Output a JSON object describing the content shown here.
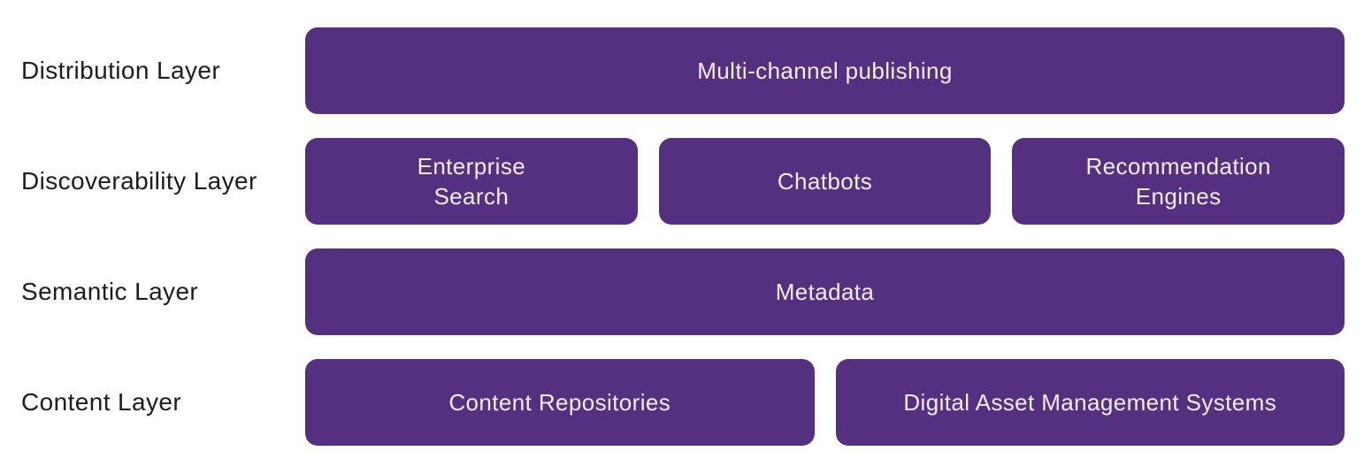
{
  "colors": {
    "box_bg": "#553080",
    "box_text": "#F3EEF8",
    "label_text": "#1D1D1D",
    "page_bg": "#FFFFFF"
  },
  "layers": [
    {
      "label": "Distribution Layer",
      "components": [
        "Multi-channel publishing"
      ]
    },
    {
      "label": "Discoverability Layer",
      "components": [
        "Enterprise\nSearch",
        "Chatbots",
        "Recommendation\nEngines"
      ]
    },
    {
      "label": "Semantic Layer",
      "components": [
        "Metadata"
      ]
    },
    {
      "label": "Content Layer",
      "components": [
        "Content Repositories",
        "Digital Asset Management Systems"
      ]
    }
  ]
}
